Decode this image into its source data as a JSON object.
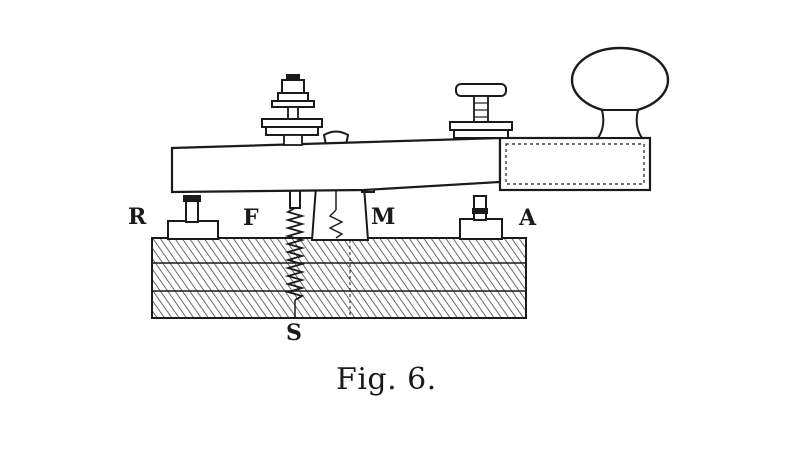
{
  "figure": {
    "caption": "Fig. 6.",
    "labels": {
      "R": "R",
      "F": "F",
      "M": "M",
      "A": "A",
      "S": "S"
    }
  },
  "colors": {
    "ink": "#1a1a1a",
    "paper": "#ffffff"
  }
}
